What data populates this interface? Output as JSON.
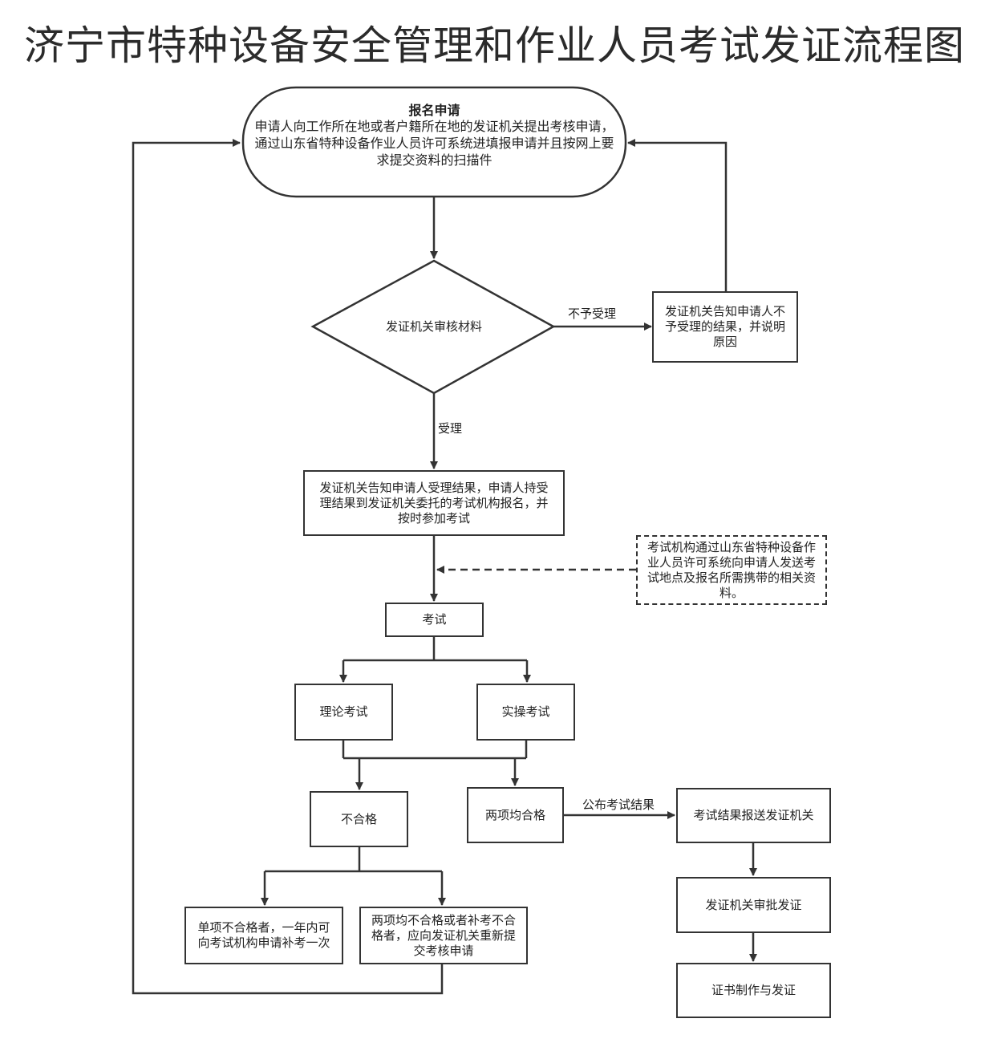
{
  "title": "济宁市特种设备安全管理和作业人员考试发证流程图",
  "nodes": {
    "apply": {
      "heading": "报名申请",
      "text": "申请人向工作所在地或者户籍所在地的发证机关提出考核申请，通过山东省特种设备作业人员许可系统进填报申请并且按网上要求提交资料的扫描件"
    },
    "review": "发证机关审核材料",
    "reject_notice": "发证机关告知申请人不予受理的结果，并说明原因",
    "accept_notice": "发证机关告知申请人受理结果，申请人持受理结果到发证机关委托的考试机构报名，并按时参加考试",
    "exam_notice": "考试机构通过山东省特种设备作业人员许可系统向申请人发送考试地点及报名所需携带的相关资料。",
    "exam": "考试",
    "theory_exam": "理论考试",
    "practical_exam": "实操考试",
    "fail": "不合格",
    "both_pass": "两项均合格",
    "single_fail": "单项不合格者，一年内可向考试机构申请补考一次",
    "both_fail": "两项均不合格或者补考不合格者，应向发证机关重新提交考核申请",
    "report_results": "考试结果报送发证机关",
    "approve": "发证机关审批发证",
    "certificate": "证书制作与发证"
  },
  "edge_labels": {
    "not_accepted": "不予受理",
    "accepted": "受理",
    "publish_results": "公布考试结果"
  }
}
